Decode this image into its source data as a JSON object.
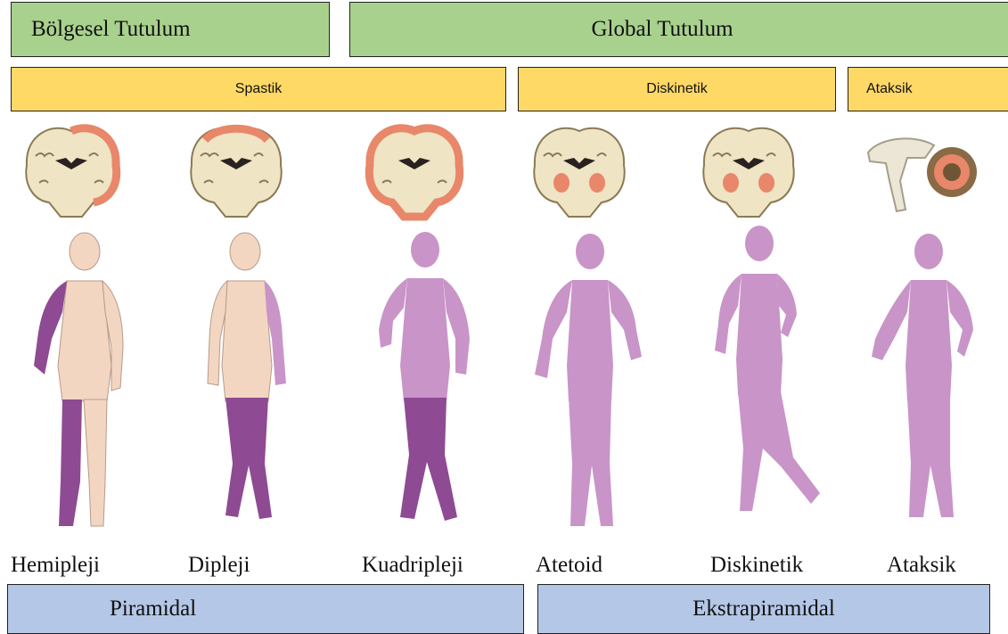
{
  "header": {
    "regional": "Bölgesel Tutulum",
    "global": "Global Tutulum"
  },
  "types": {
    "spastic": "Spastik",
    "dyskinetic": "Diskinetik",
    "ataxic": "Ataksik"
  },
  "figures": [
    {
      "label": "Hemipleji",
      "brain": "coronal-brain-left-cortex",
      "body_icon": "hemiplegia-figure"
    },
    {
      "label": "Dipleji",
      "brain": "coronal-brain-top-cortex",
      "body_icon": "diplegia-figure"
    },
    {
      "label": "Kuadripleji",
      "brain": "coronal-brain-full-cortex",
      "body_icon": "quadriplegia-figure"
    },
    {
      "label": "Atetoid",
      "brain": "coronal-brain-basal-ganglia",
      "body_icon": "athetoid-figure"
    },
    {
      "label": "Diskinetik",
      "brain": "coronal-brain-basal-ganglia",
      "body_icon": "dyskinetic-figure"
    },
    {
      "label": "Ataksik",
      "brain": "sagittal-brain-cerebellum",
      "body_icon": "ataxic-figure"
    }
  ],
  "footer": {
    "pyramidal": "Piramidal",
    "extrapyramidal": "Ekstrapiramidal"
  },
  "colors": {
    "green": "#a9d18e",
    "yellow": "#ffd966",
    "blue": "#b4c7e7",
    "skin": "#f2d6c2",
    "affected": "#8e4a93",
    "light_affected": "#c994c8",
    "cortex_highlight": "#e8876a",
    "brain_tissue": "#efe4c4"
  }
}
